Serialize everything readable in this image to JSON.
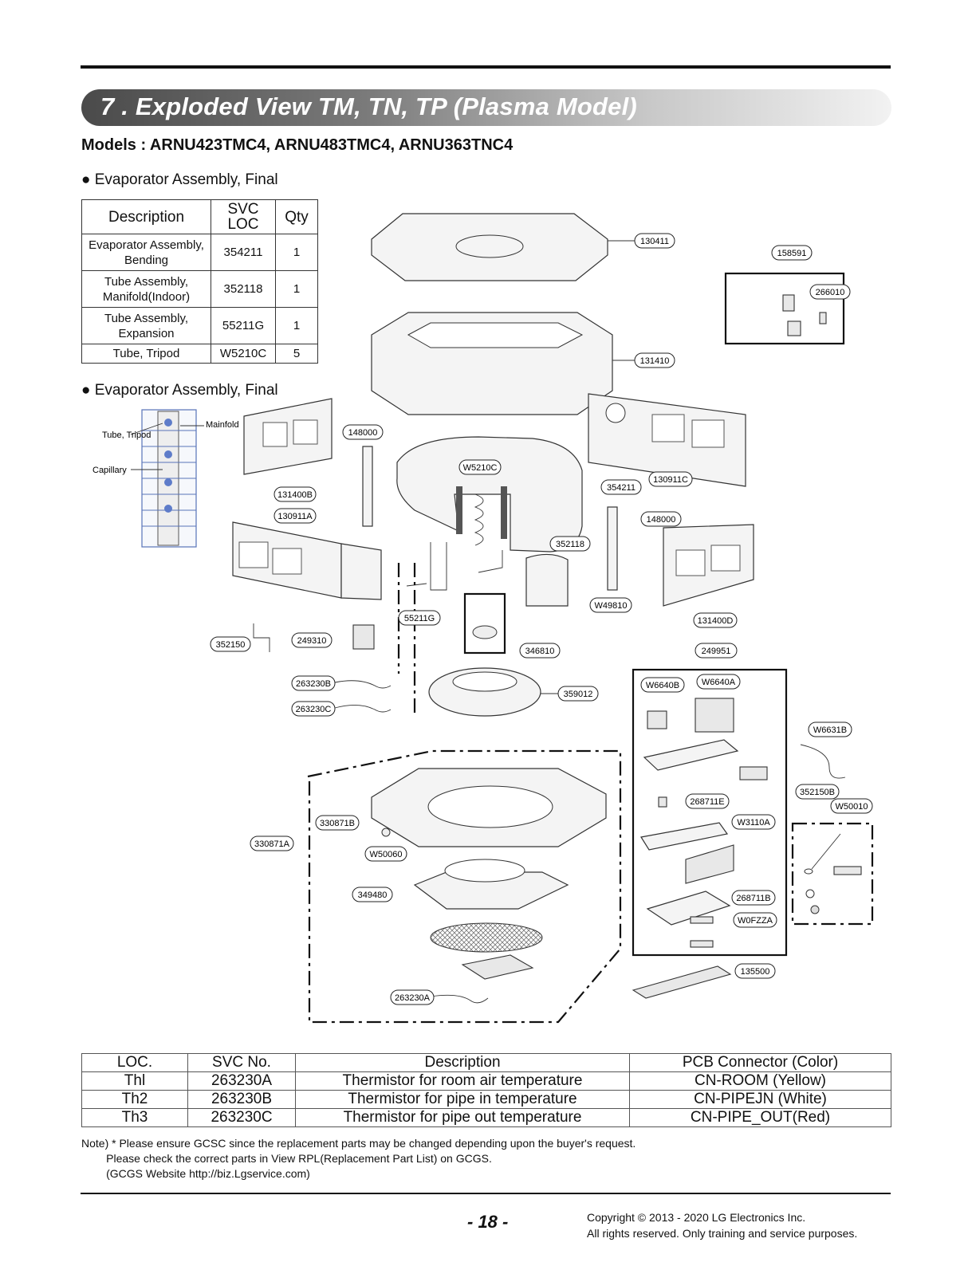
{
  "header": {
    "section_title": "7 . Exploded View TM, TN, TP (Plasma Model)",
    "models": "Models : ARNU423TMC4, ARNU483TMC4, ARNU363TNC4"
  },
  "evap_section_1": "● Evaporator Assembly, Final",
  "evap_section_2": "● Evaporator Assembly, Final",
  "evap_table": {
    "headers": [
      "Description",
      "SVC LOC",
      "Qty"
    ],
    "rows": [
      {
        "desc": "Evaporator Assembly, Bending",
        "loc": "354211",
        "qty": "1"
      },
      {
        "desc": "Tube Assembly, Manifold(Indoor)",
        "loc": "352118",
        "qty": "1"
      },
      {
        "desc": "Tube Assembly, Expansion",
        "loc": "55211G",
        "qty": "1"
      },
      {
        "desc": "Tube, Tripod",
        "loc": "W5210C",
        "qty": "5"
      }
    ]
  },
  "manifold_labels": {
    "tube_tripod": "Tube, Tripod",
    "mainfold": "Mainfold",
    "capillary": "Capillary"
  },
  "callouts": {
    "c130411": "130411",
    "c158591": "158591",
    "c266010": "266010",
    "c131410": "131410",
    "c148000a": "148000",
    "c131400b": "131400B",
    "c130911a": "130911A",
    "cw5210c": "W5210C",
    "c354211": "354211",
    "c130911c": "130911C",
    "c148000b": "148000",
    "c352118": "352118",
    "cw49810": "W49810",
    "c131400d": "131400D",
    "c55211g": "55211G",
    "c352150": "352150",
    "c249310": "249310",
    "c346810": "346810",
    "c249951": "249951",
    "c263230b": "263230B",
    "c359012": "359012",
    "cw6640b": "W6640B",
    "cw6640a": "W6640A",
    "c263230c": "263230C",
    "cw6631b": "W6631B",
    "c268711e": "268711E",
    "c352150b": "352150B",
    "cw50010": "W50010",
    "c330871b": "330871B",
    "cw3110a": "W3110A",
    "c330871a": "330871A",
    "cw50060": "W50060",
    "c349480": "349480",
    "c268711b": "268711B",
    "cw0fzza": "W0FZZA",
    "c135500": "135500",
    "c263230a": "263230A"
  },
  "thermistor_table": {
    "headers": [
      "LOC.",
      "SVC No.",
      "Description",
      "PCB Connector (Color)"
    ],
    "rows": [
      {
        "loc": "Thl",
        "svc": "263230A",
        "desc": "Thermistor for room air temperature",
        "conn": "CN-ROOM (Yellow)"
      },
      {
        "loc": "Th2",
        "svc": "263230B",
        "desc": "Thermistor for pipe in temperature",
        "conn": "CN-PIPEJN (White)"
      },
      {
        "loc": "Th3",
        "svc": "263230C",
        "desc": "Thermistor for pipe out temperature",
        "conn": "CN-PIPE_OUT(Red)"
      }
    ]
  },
  "note": {
    "line1": "Note) * Please ensure GCSC since the replacement parts may be changed depending upon the buyer's request.",
    "line2": "        Please check the correct parts in View RPL(Replacement Part List) on GCGS.",
    "line3": "        (GCGS Website http://biz.Lgservice.com)"
  },
  "footer": {
    "page": "- 18 -",
    "copyright1": "Copyright © 2013 - 2020 LG Electronics Inc.",
    "copyright2": "All rights reserved. Only training and service purposes."
  }
}
